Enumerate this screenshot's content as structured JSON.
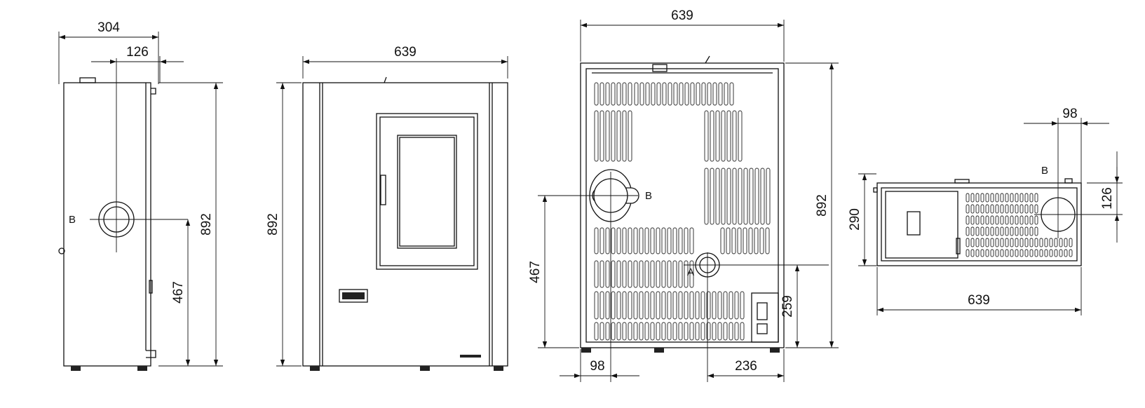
{
  "side_view": {
    "dim_depth": "304",
    "dim_flue_offset": "126",
    "dim_height": "892",
    "dim_flue_height": "467",
    "label_flue": "B"
  },
  "front_view": {
    "dim_width": "639",
    "dim_height": "892"
  },
  "rear_view": {
    "dim_width": "639",
    "dim_height": "892",
    "dim_flue_height": "467",
    "dim_inlet_height": "259",
    "dim_flue_side": "98",
    "dim_inlet_side": "236",
    "label_flue": "B",
    "label_inlet": "A"
  },
  "top_view": {
    "dim_flue_side": "98",
    "dim_flue_depth": "126",
    "dim_depth": "290",
    "dim_width": "639",
    "label_flue": "B"
  }
}
